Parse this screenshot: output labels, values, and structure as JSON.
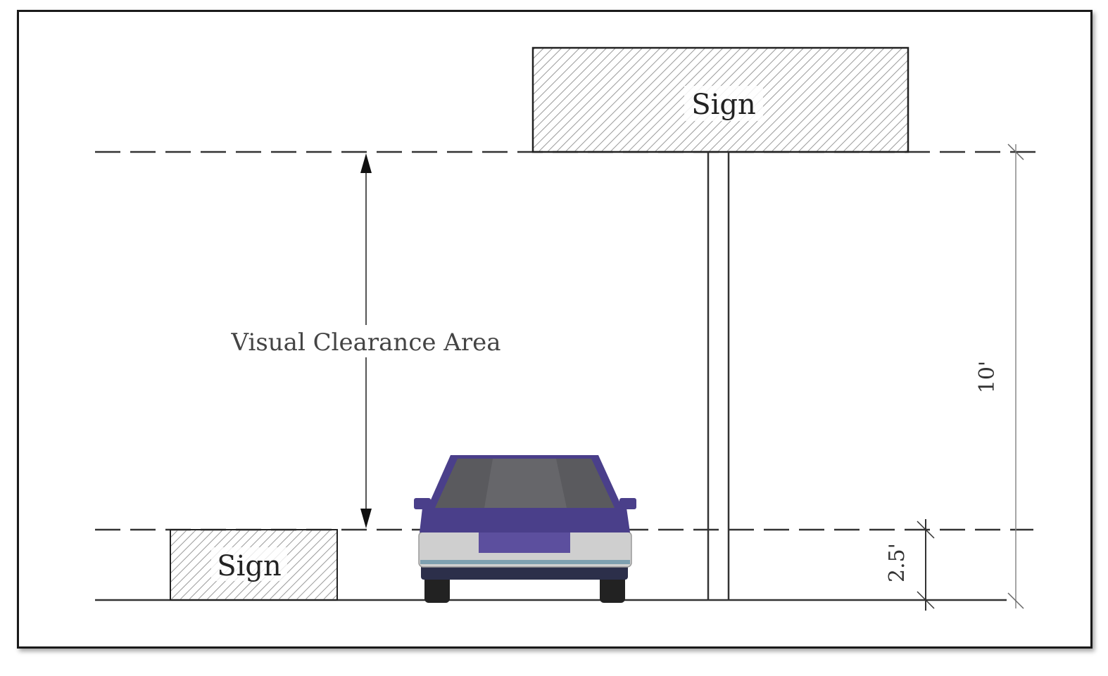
{
  "diagram": {
    "top_sign_label": "Sign",
    "bottom_sign_label": "Sign",
    "clearance_label": "Visual Clearance Area",
    "dim_total": "10'",
    "dim_low": "2.5'"
  },
  "colors": {
    "hatch": "#9a9a9a",
    "line": "#333333",
    "car_body": "#4a3f8a",
    "car_roof": "#5a5a5a",
    "car_bumper": "#cfcfcf"
  }
}
